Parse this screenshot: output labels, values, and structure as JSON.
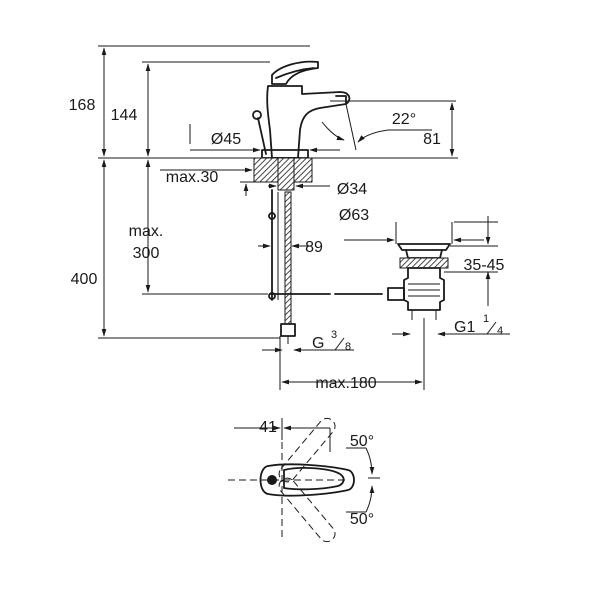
{
  "labels": {
    "height_total": "168",
    "height_spout": "144",
    "angle_spout": "22°",
    "reach": "81",
    "diameter_base": "Ø45",
    "max_thickness": "max.30",
    "diameter_shank": "Ø34",
    "diameter_waste": "Ø63",
    "max_depth": "max.",
    "max_depth_value": "300",
    "hose_offset": "89",
    "total_height": "400",
    "waste_range": "35-45",
    "waste_thread": "G1",
    "waste_thread_num": "1",
    "waste_thread_den": "4",
    "supply_thread": "G",
    "supply_thread_num": "3",
    "supply_thread_den": "8",
    "max_distance": "max.180",
    "lever_depth": "41",
    "angle_top": "50°",
    "angle_bottom": "50°"
  },
  "colors": {
    "line": "#1a1a1a",
    "background": "#ffffff"
  },
  "icons": {
    "arrow_head": "dimension-arrow-icon"
  }
}
